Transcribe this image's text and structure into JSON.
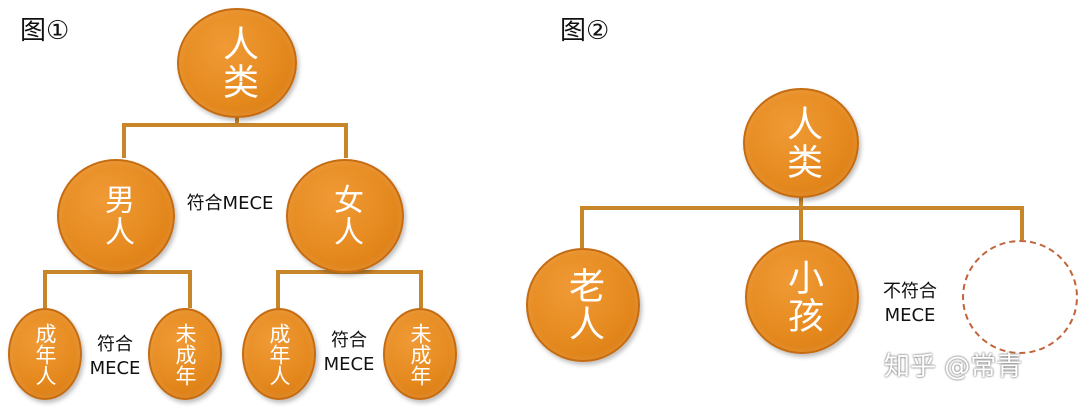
{
  "figure1": {
    "title": "图①",
    "root": "人类",
    "level1": [
      {
        "label": "男人",
        "children": [
          "成年人",
          "未成年"
        ]
      },
      {
        "label": "女人",
        "children": [
          "成年人",
          "未成年"
        ]
      }
    ],
    "note_level1": "符合MECE",
    "note_left_pair": [
      "符合",
      "MECE"
    ],
    "note_right_pair": [
      "符合",
      "MECE"
    ]
  },
  "figure2": {
    "title": "图②",
    "root": "人类",
    "children": [
      "老人",
      "小孩"
    ],
    "note": [
      "不符合",
      "MECE"
    ]
  },
  "watermark": "知乎 @常青",
  "colors": {
    "node": "#e58a1f",
    "line": "#c8862a",
    "dashed": "#c0643a"
  }
}
